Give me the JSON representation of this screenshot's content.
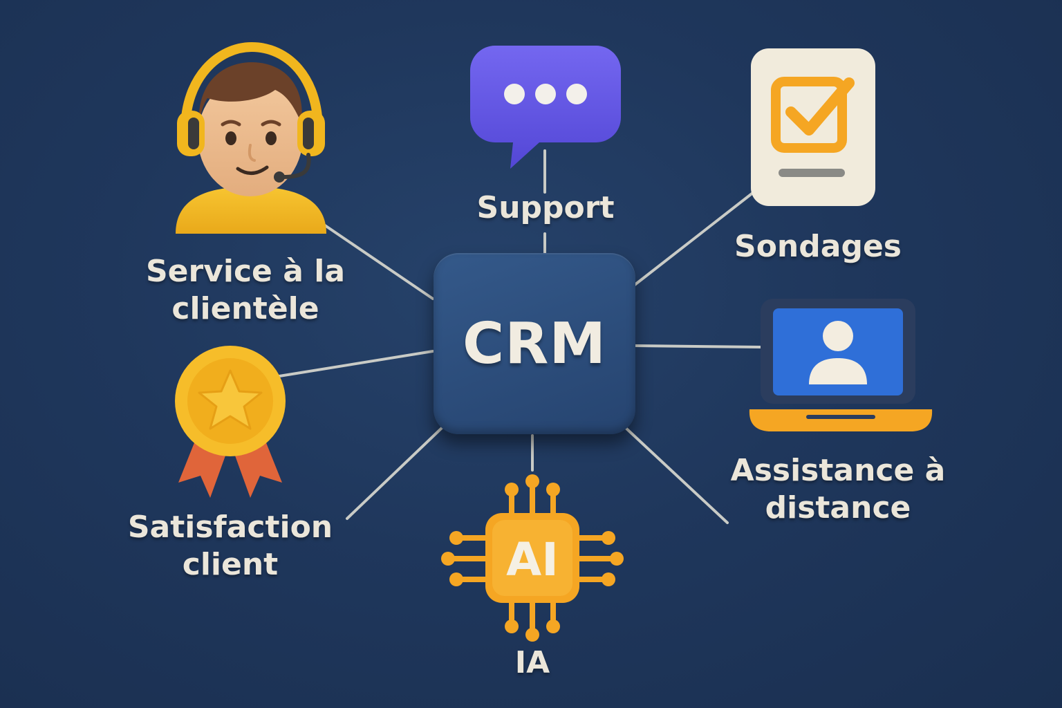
{
  "diagram": {
    "hub": {
      "label": "CRM"
    },
    "nodes": [
      {
        "id": "service",
        "label_lines": [
          "Service à la",
          "clientèle"
        ],
        "icon": "customer-service-agent-icon"
      },
      {
        "id": "support",
        "label_lines": [
          "Support"
        ],
        "icon": "chat-bubble-icon"
      },
      {
        "id": "sondages",
        "label_lines": [
          "Sondages"
        ],
        "icon": "survey-checklist-icon"
      },
      {
        "id": "assistance",
        "label_lines": [
          "Assistance à",
          "distance"
        ],
        "icon": "laptop-user-icon"
      },
      {
        "id": "satisfaction",
        "label_lines": [
          "Satisfaction",
          "client"
        ],
        "icon": "award-medal-icon"
      },
      {
        "id": "ia",
        "label_lines": [
          "IA"
        ],
        "icon": "ai-chip-icon",
        "icon_text": "AI"
      }
    ]
  },
  "colors": {
    "background": "#1f375c",
    "hub": "#2c4d7b",
    "text": "#ebe6da",
    "connector": "#c9cbc6",
    "accent_orange": "#f5a623",
    "accent_yellow": "#f6bd2a",
    "chat_purple": "#6457e6",
    "screen_blue": "#2f6fd8",
    "ribbon_red": "#e0653a"
  }
}
